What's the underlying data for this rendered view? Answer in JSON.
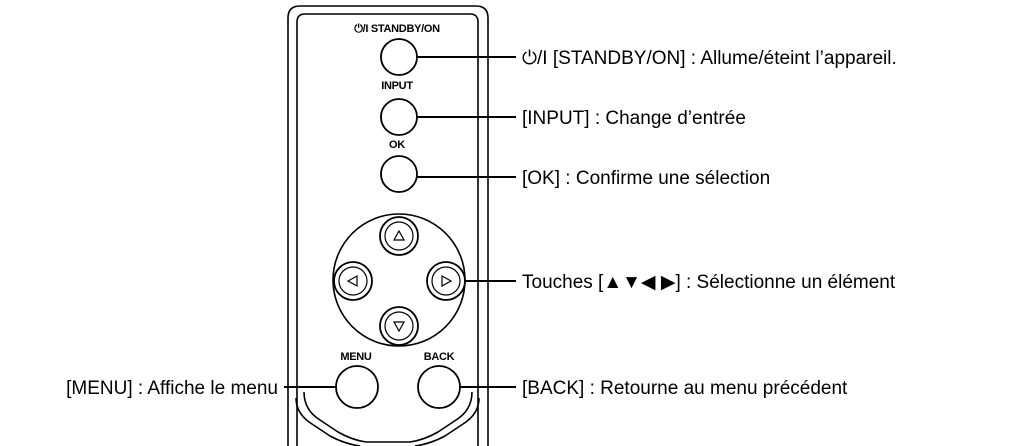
{
  "remote": {
    "buttons": {
      "standby_label": "⏻/I STANDBY/ON",
      "input_label": "INPUT",
      "ok_label": "OK",
      "menu_label": "MENU",
      "back_label": "BACK"
    }
  },
  "callouts": {
    "standby": "⏻/I [STANDBY/ON] : Allume/éteint l’appareil.",
    "input": "[INPUT] : Change d’entrée",
    "ok": "[OK] : Confirme une sélection",
    "arrows": "Touches [▲▼◀ ▶] : Sélectionne un élément",
    "menu": "[MENU] : Affiche le menu",
    "back": "[BACK] : Retourne au menu précédent"
  }
}
